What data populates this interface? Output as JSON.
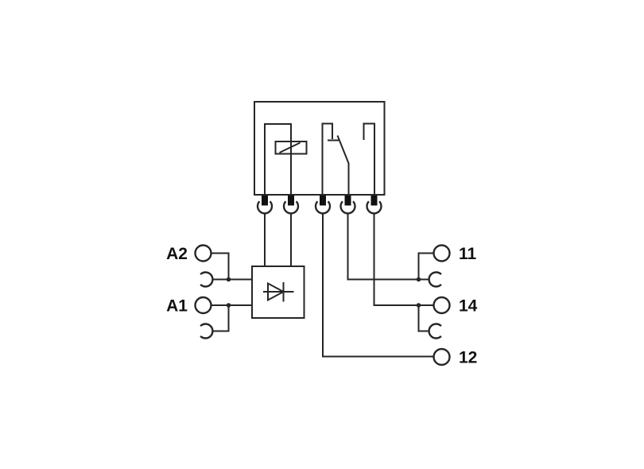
{
  "diagram": {
    "kind": "relay-module-wiring-schematic",
    "colors": {
      "background": "#ffffff",
      "line": "#262626",
      "text": "#111111"
    },
    "terminals": {
      "left": [
        {
          "label": "A2"
        },
        {
          "label": "A1"
        }
      ],
      "right": [
        {
          "label": "11"
        },
        {
          "label": "14"
        },
        {
          "label": "12"
        }
      ]
    },
    "symbols": {
      "relay_coil": "relay-coil-icon",
      "changeover_contact": "changeover-contact-icon",
      "diode": "diode-icon",
      "plug_pin": "plug-pin-icon",
      "socket": "socket-arc-icon",
      "screw_terminal": "terminal-circle-icon"
    }
  }
}
